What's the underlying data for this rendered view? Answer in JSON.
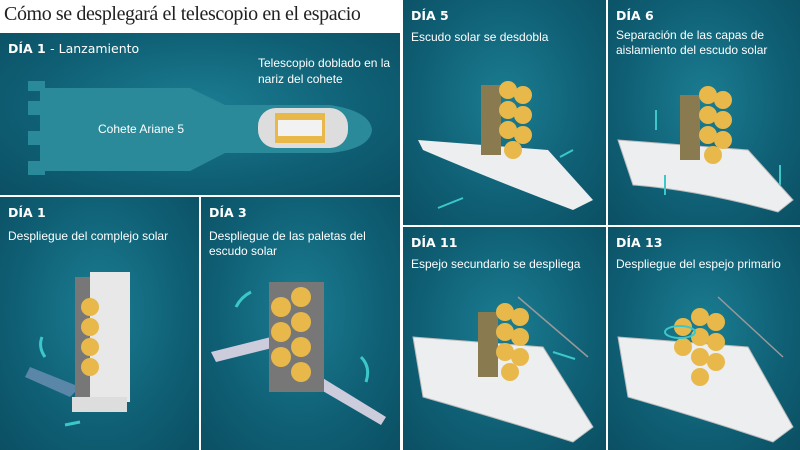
{
  "title": "Cómo se desplegará el telescopio en el espacio",
  "panels": [
    {
      "day": "DÍA 1",
      "desc": "- Lanzamiento",
      "rocket_label": "Cohete Ariane 5",
      "nose_label": "Telescopio doblado en la nariz del cohete"
    },
    {
      "day": "DÍA 1",
      "desc": "Despliegue del complejo solar"
    },
    {
      "day": "DÍA 3",
      "desc": "Despliegue de las paletas del escudo solar"
    },
    {
      "day": "DÍA 5",
      "desc": "Escudo solar se desdobla"
    },
    {
      "day": "DÍA 6",
      "desc": "Separación de las capas de aislamiento del escudo solar"
    },
    {
      "day": "DÍA 11",
      "desc": "Espejo secundario se despliega"
    },
    {
      "day": "DÍA 13",
      "desc": "Despliegue del espejo primario"
    }
  ],
  "colors": {
    "panel": "#0f5f74",
    "gold": "#e8b94a",
    "arrow": "#3cc8c8",
    "shield": "#eceef0"
  }
}
